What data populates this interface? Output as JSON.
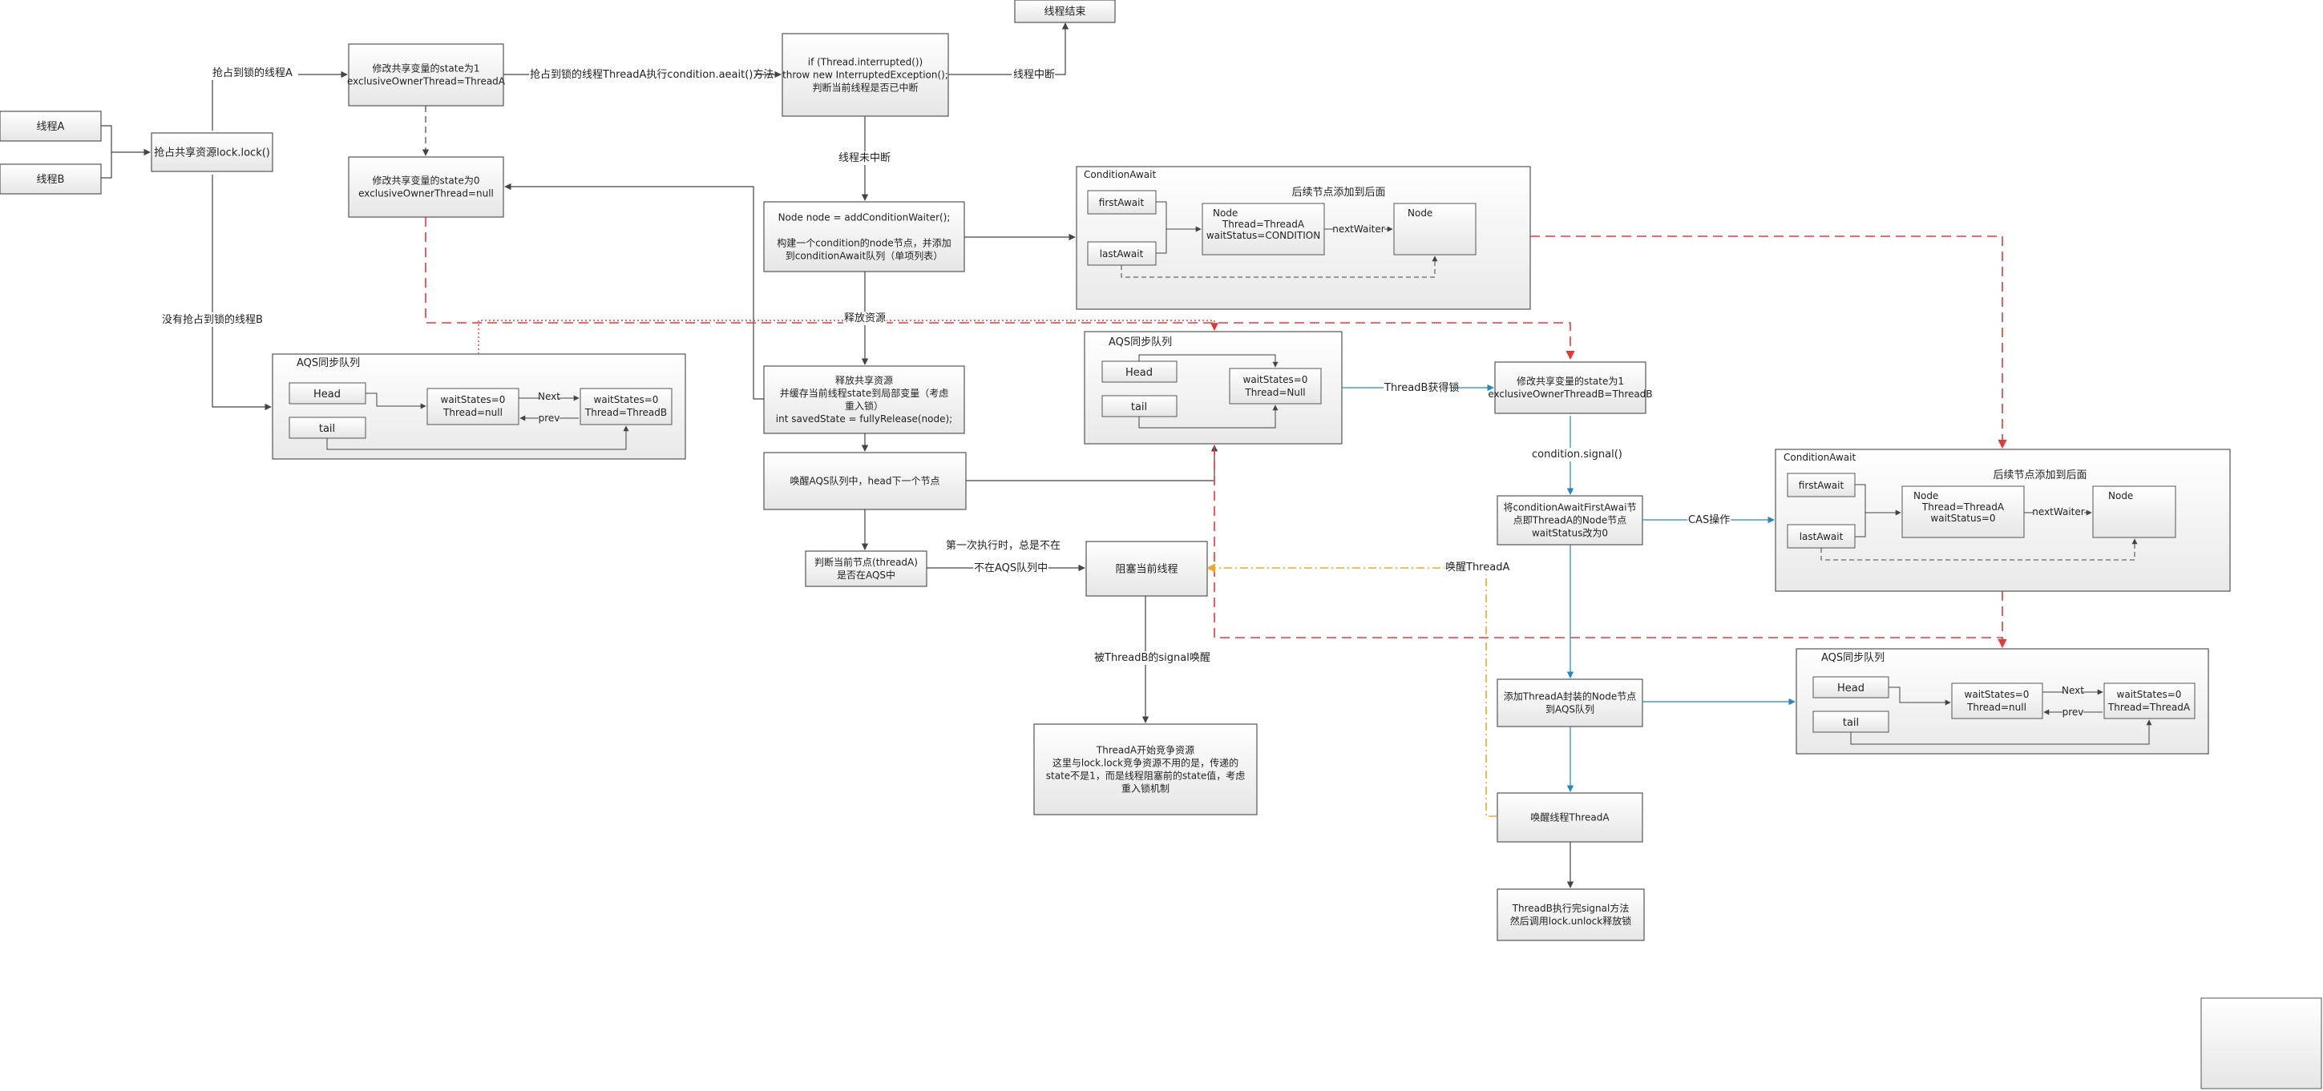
{
  "boxes": {
    "threadA": [
      "线程A"
    ],
    "threadB": [
      "线程B"
    ],
    "lock": [
      "抢占共享资源lock.lock()"
    ],
    "state1A": [
      "修改共享变量的state为1",
      "exclusiveOwnerThread=ThreadA"
    ],
    "state0": [
      "修改共享变量的state为0",
      "exclusiveOwnerThread=null"
    ],
    "interrupted": [
      "if (Thread.interrupted())",
      "throw new InterruptedException();",
      "判断当前线程是否已中断"
    ],
    "threadEnd": [
      "线程结束"
    ],
    "addWaiter": [
      "Node node = addConditionWaiter();",
      "",
      "构建一个condition的node节点，并添加",
      "到conditionAwait队列（单项列表）"
    ],
    "release": [
      "释放共享资源",
      "并缓存当前线程state到局部变量（考虑",
      "重入锁）",
      "int savedState = fullyRelease(node);"
    ],
    "wakeNext": [
      "唤醒AQS队列中，head下一个节点"
    ],
    "checkAqs": [
      "判断当前节点(threadA)",
      "是否在AQS中"
    ],
    "block": [
      "阻塞当前线程"
    ],
    "compete": [
      "ThreadA开始竞争资源",
      "这里与lock.lock竞争资源不用的是，传递的",
      "state不是1，而是线程阻塞前的state值，考虑",
      "重入锁机制"
    ],
    "state1B": [
      "修改共享变量的state为1",
      "exclusiveOwnerThreadB=ThreadB"
    ],
    "setNode": [
      "将conditionAwaitFirstAwai节",
      "点即ThreadA的Node节点",
      "waitStatus改为0"
    ],
    "addToAqs": [
      "添加ThreadA封装的Node节点",
      "到AQS队列"
    ],
    "wakeA": [
      "唤醒线程ThreadA"
    ],
    "finishSignal": [
      "ThreadB执行完signal方法",
      "然后调用lock.unlock释放锁"
    ]
  },
  "groups": {
    "aqs1": {
      "title": "AQS同步队列",
      "head": "Head",
      "tail": "tail",
      "next": "Next",
      "prev": "prev",
      "node1": [
        "waitStates=0",
        "Thread=null"
      ],
      "node2": [
        "waitStates=0",
        "Thread=ThreadB"
      ]
    },
    "cond1": {
      "title": "ConditionAwait",
      "first": "firstAwait",
      "last": "lastAwait",
      "note": "后续节点添加到后面",
      "node1": [
        "Node",
        "Thread=ThreadA",
        "waitStatus=CONDITION"
      ],
      "nextWaiter": "nextWaiter",
      "node2": "Node"
    },
    "aqs2": {
      "title": "AQS同步队列",
      "head": "Head",
      "tail": "tail",
      "node1": [
        "waitStates=0",
        "Thread=Null"
      ]
    },
    "cond2": {
      "title": "ConditionAwait",
      "first": "firstAwait",
      "last": "lastAwait",
      "note": "后续节点添加到后面",
      "node1": [
        "Node",
        "Thread=ThreadA",
        "waitStatus=0"
      ],
      "nextWaiter": "nextWaiter",
      "node2": "Node"
    },
    "aqs3": {
      "title": "AQS同步队列",
      "head": "Head",
      "tail": "tail",
      "next": "Next",
      "prev": "prev",
      "node1": [
        "waitStates=0",
        "Thread=null"
      ],
      "node2": [
        "waitStates=0",
        "Thread=ThreadA"
      ]
    }
  },
  "labels": {
    "grabA": "抢占到锁的线程A",
    "noGrabB": "没有抢占到锁的线程B",
    "awaitCall": "抢占到锁的线程ThreadA执行condition.aeait()方法",
    "interruptedYes": "线程中断",
    "interruptedNo": "线程未中断",
    "releaseRes": "释放资源",
    "firstRun": "第一次执行时，总是不在",
    "notInAqs": "不在AQS队列中",
    "signalWake": "被ThreadB的signal唤醒",
    "threadBGet": "ThreadB获得锁",
    "signalCall": "condition.signal()",
    "casOp": "CAS操作",
    "wakeThreadA": "唤醒ThreadA"
  },
  "colors": {
    "red": "#e53935",
    "blue": "#1e88c8",
    "orange": "#f5a623",
    "line": "#444444",
    "border": "#555555"
  }
}
